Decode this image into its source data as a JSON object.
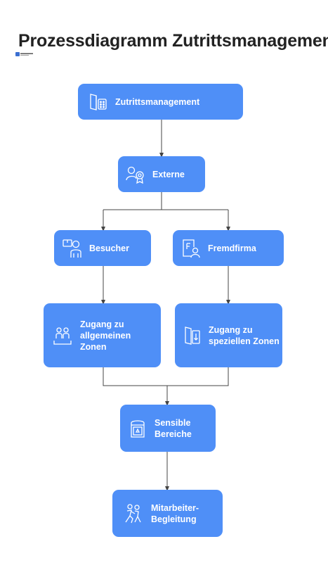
{
  "title": "Prozessdiagramm Zutrittsmanagement",
  "nodes": {
    "zutrittsmanagement": {
      "label": "Zutrittsmanagement",
      "icon": "door-keypad-icon"
    },
    "externe": {
      "label": "Externe",
      "icon": "person-badge-icon"
    },
    "besucher": {
      "label": "Besucher",
      "icon": "visitor-package-icon"
    },
    "fremdfirma": {
      "label": "Fremdfirma",
      "icon": "company-document-icon"
    },
    "allgemeine_zonen": {
      "label": "Zugang zu\nallgemeinen\nZonen",
      "icon": "people-zone-icon"
    },
    "spezielle_zonen": {
      "label": "Zugang zu\nspeziellen Zonen",
      "icon": "door-arrow-icon"
    },
    "sensible_bereiche": {
      "label": "Sensible\nBereiche",
      "icon": "secure-booth-icon"
    },
    "begleitung": {
      "label": "Mitarbeiter-\nBegleitung",
      "icon": "escort-people-icon"
    }
  },
  "colors": {
    "node": "#4f8ff7",
    "line": "#444444",
    "text": "#ffffff",
    "title": "#222222"
  }
}
